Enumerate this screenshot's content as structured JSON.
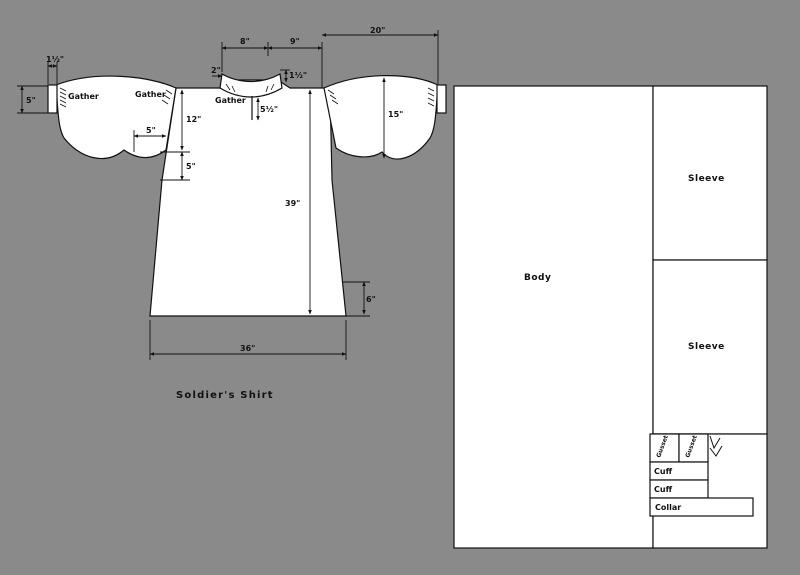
{
  "title": "Soldier's Shirt",
  "shirt": {
    "gather_labels": [
      "Gather",
      "Gather",
      "Gather"
    ],
    "dimensions": {
      "collar_half_width": "8\"",
      "shoulder_to_collar": "9\"",
      "sleeve_length": "20\"",
      "cuff_width": "1½\"",
      "cuff_height": "5\"",
      "collar_width": "2\"",
      "collar_height": "1½\"",
      "neck_slit": "5½\"",
      "sleeve_opening_height": "15\"",
      "gusset_width": "5\"",
      "gusset_height": "5\"",
      "armhole_depth": "12\"",
      "body_length": "39\"",
      "side_slit": "6\"",
      "body_width": "36\""
    }
  },
  "layout": {
    "pieces": [
      "Body",
      "Sleeve",
      "Sleeve",
      "Gusset",
      "Gusset",
      "Cuff",
      "Cuff",
      "Collar"
    ]
  }
}
